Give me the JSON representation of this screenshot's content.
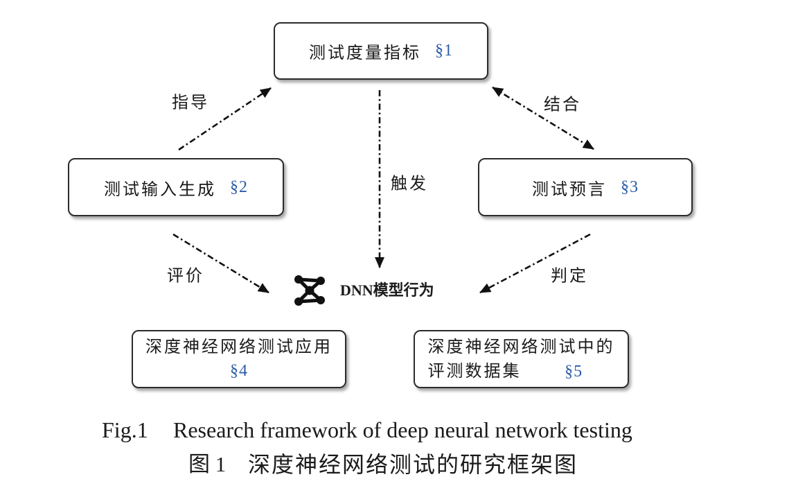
{
  "nodes": {
    "metrics": {
      "label": "测试度量指标",
      "section": "§1"
    },
    "input_generation": {
      "label": "测试输入生成",
      "section": "§2"
    },
    "oracle": {
      "label": "测试预言",
      "section": "§3"
    },
    "applications": {
      "label": "深度神经网络测试应用",
      "section": "§4"
    },
    "datasets": {
      "label_line1": "深度神经网络测试中的",
      "label_line2": "评测数据集",
      "section": "§5"
    },
    "dnn_behavior": {
      "label": "DNN模型行为",
      "icon": "neural-network-icon"
    }
  },
  "edges": {
    "guide": {
      "label": "指导"
    },
    "combine": {
      "label": "结合"
    },
    "trigger": {
      "label": "触发"
    },
    "evaluate": {
      "label": "评价"
    },
    "judge": {
      "label": "判定"
    }
  },
  "caption": {
    "en_fig": "Fig.1",
    "en_title": "Research framework of deep neural network testing",
    "zh_fig": "图 1",
    "zh_title": "深度神经网络测试的研究框架图"
  },
  "colors": {
    "section_ref": "#2b5ba8",
    "border": "#2b2b2b",
    "edge": "#111111"
  }
}
